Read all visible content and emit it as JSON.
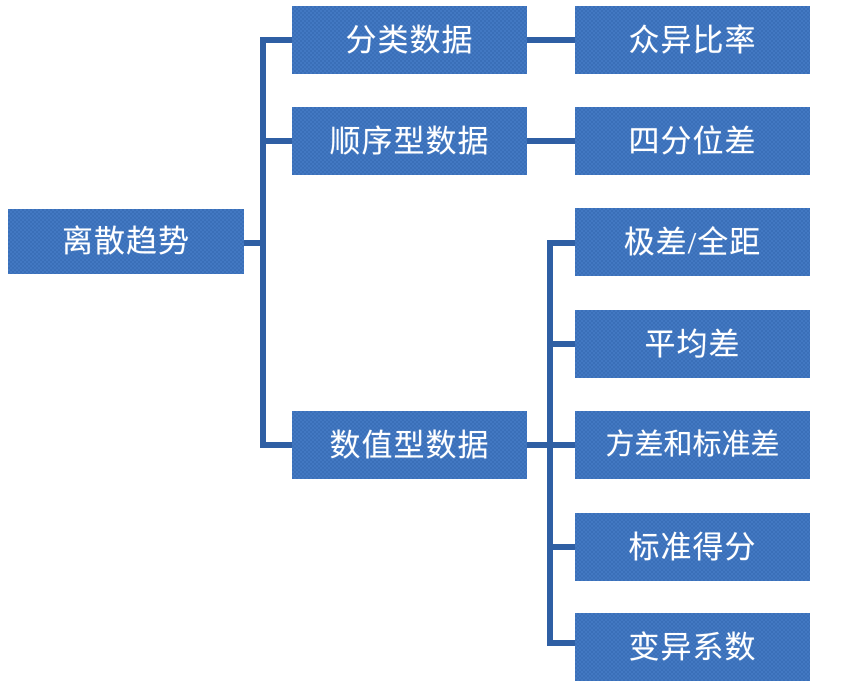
{
  "diagram": {
    "title": "离散趋势",
    "type": "tree-diagram",
    "colors": {
      "node_fill": "#4278c2",
      "node_fill_dither": "#3a6fb8",
      "node_text": "#ffffff",
      "connector": "#2f5fa4",
      "background": "#ffffff"
    },
    "root": {
      "label": "离散趋势"
    },
    "level2": [
      {
        "label": "分类数据"
      },
      {
        "label": "顺序型数据"
      },
      {
        "label": "数值型数据"
      }
    ],
    "level3_categorical": [
      {
        "label": "众异比率"
      }
    ],
    "level3_ordinal": [
      {
        "label": "四分位差"
      }
    ],
    "level3_numeric": [
      {
        "label": "极差/全距"
      },
      {
        "label": "平均差"
      },
      {
        "label": "方差和标准差"
      },
      {
        "label": "标准得分"
      },
      {
        "label": "变异系数"
      }
    ]
  }
}
